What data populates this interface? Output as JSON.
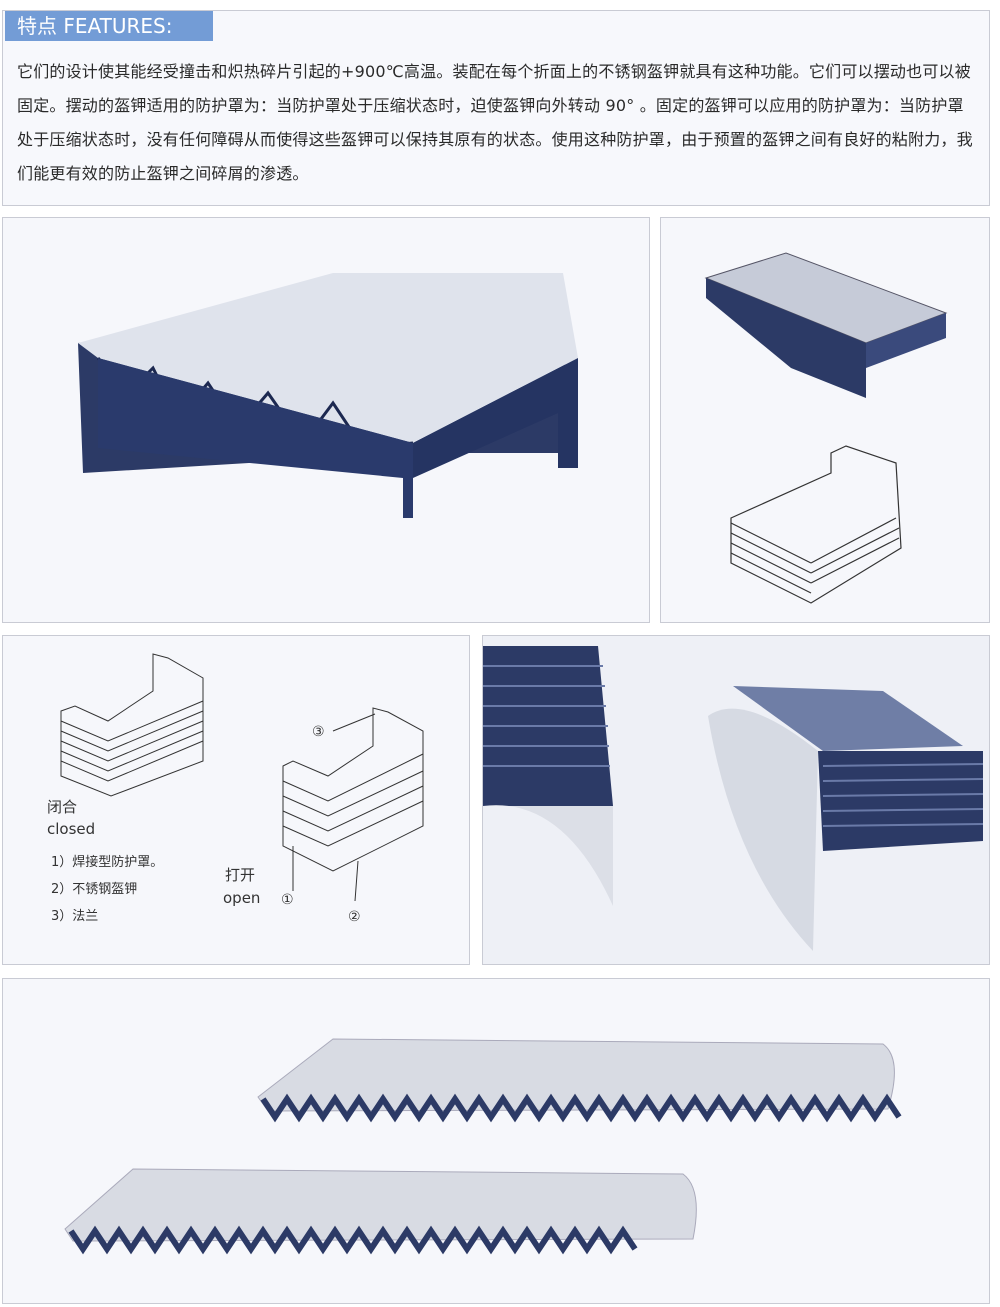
{
  "features": {
    "title": "特点 FEATURES:",
    "paragraph": "它们的设计使其能经受撞击和炽热碎片引起的+900℃高温。装配在每个折面上的不锈钢盔钾就具有这种功能。它们可以摆动也可以被固定。摆动的盔钾适用的防护罩为：当防护罩处于压缩状态时，迫使盔钾向外转动 90° 。固定的盔钾可以应用的防护罩为：当防护罩处于压缩状态时，没有任何障碍从而使得这些盔钾可以保持其原有的状态。使用这种防护罩，由于预置的盔钾之间有良好的粘附力，我们能更有效的防止盔钾之间碎屑的渗透。"
  },
  "diagram": {
    "closed_cn": "闭合",
    "closed_en": "closed",
    "open_cn": "打开",
    "open_en": "open",
    "legend": [
      "1）焊接型防护罩。",
      "2）不锈钢盔钾",
      "3）法兰"
    ],
    "markers": [
      "①",
      "②",
      "③"
    ]
  },
  "colors": {
    "accent": "#739cd6",
    "bellows": "#2c3a66",
    "steel": "#d9dde6"
  }
}
